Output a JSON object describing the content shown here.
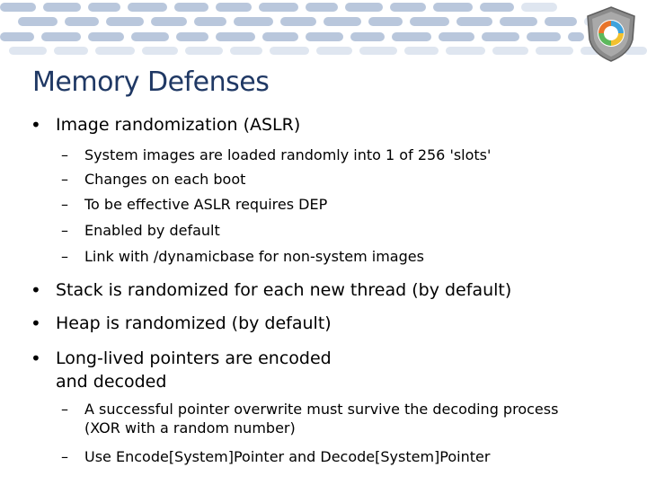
{
  "slide": {
    "title": "Memory Defenses",
    "bullets": [
      {
        "text": "Image randomization (ASLR)",
        "sub": [
          "System images are loaded randomly into 1 of 256 'slots'",
          "Changes on each boot",
          "To be effective ASLR requires DEP",
          "Enabled by default",
          "Link with /dynamicbase for non-system images"
        ]
      },
      {
        "text": "Stack is randomized for each new thread (by default)"
      },
      {
        "text": "Heap is randomized (by default)"
      },
      {
        "text_line1": "Long-lived pointers are encoded",
        "text_line2": "and decoded",
        "sub": [
          {
            "line1": "A successful pointer overwrite must survive the decoding process",
            "line2": "(XOR with a random number)"
          },
          "Use Encode[System]Pointer and Decode[System]Pointer"
        ]
      }
    ]
  },
  "colors": {
    "title": "#1f3864",
    "header_dark": "#b9c7dc",
    "header_light": "#dfe6f0"
  },
  "icons": {
    "bullet": "•",
    "dash": "–",
    "logo": "shield-logo-icon"
  }
}
